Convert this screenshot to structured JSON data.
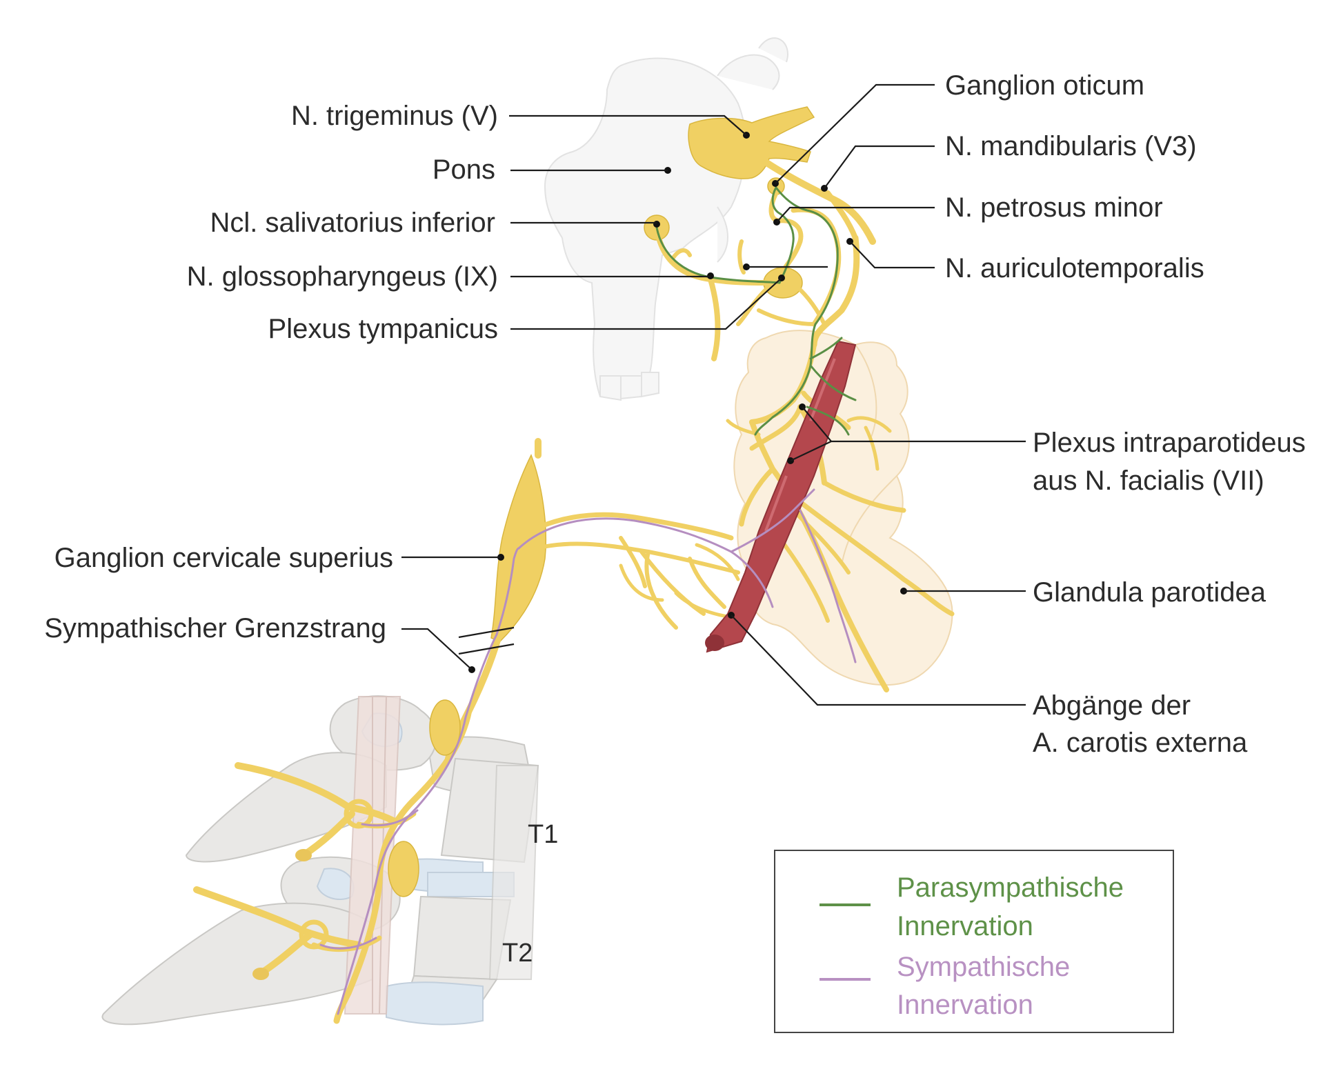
{
  "labels": {
    "trigeminus": "N. trigeminus (V)",
    "pons": "Pons",
    "salivatorius": "Ncl. salivatorius inferior",
    "glossopharyngeus": "N. glossopharyngeus (IX)",
    "tympanicus": "Plexus tympanicus",
    "oticum": "Ganglion oticum",
    "mandibularis": "N. mandibularis (V3)",
    "petrosus": "N. petrosus minor",
    "auriculotemporalis": "N. auriculotemporalis",
    "intraparotideus_1": "Plexus intraparotideus",
    "intraparotideus_2": "aus N. facialis (VII)",
    "cervicale": "Ganglion cervicale superius",
    "grenzstrang": "Sympathischer Grenzstrang",
    "parotidea": "Glandula parotidea",
    "carotis_1": "Abgänge der",
    "carotis_2": "A. carotis externa",
    "t1": "T1",
    "t2": "T2"
  },
  "legend": {
    "para_1": "Parasympathische",
    "para_2": "Innervation",
    "symp_1": "Sympathische",
    "symp_2": "Innervation",
    "para_color": "#5e9148",
    "symp_color": "#b891c2"
  },
  "colors": {
    "nerve": "#f0d063",
    "artery": "#b4474d",
    "gland": "#fbf0de"
  }
}
